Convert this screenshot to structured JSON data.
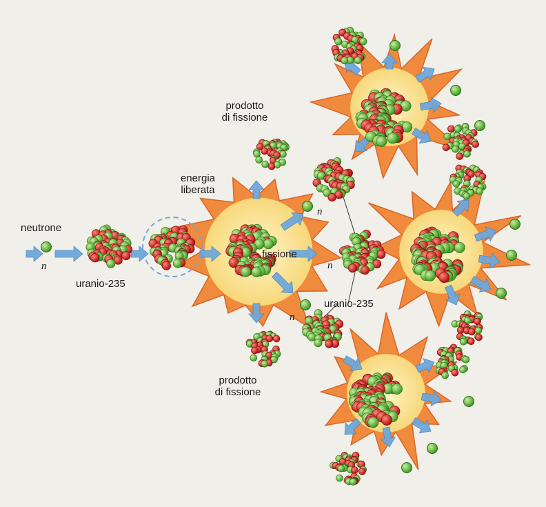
{
  "labels": {
    "neutron": "neutrone",
    "n": "n",
    "uranium": "uranio-235",
    "energy_line1": "energia",
    "energy_line2": "liberata",
    "fission_product_line1": "prodotto",
    "fission_product_line2": "di fissione",
    "fission": "fissione",
    "uranium_2": "uranio-235"
  },
  "colors": {
    "background": "#f1efe9",
    "proton": "#d41c1c",
    "neutron_particle": "#6cbf3c",
    "arrow": "#6fa8dc",
    "explosion": "#f08a3c",
    "core": "#fbe6a0"
  }
}
